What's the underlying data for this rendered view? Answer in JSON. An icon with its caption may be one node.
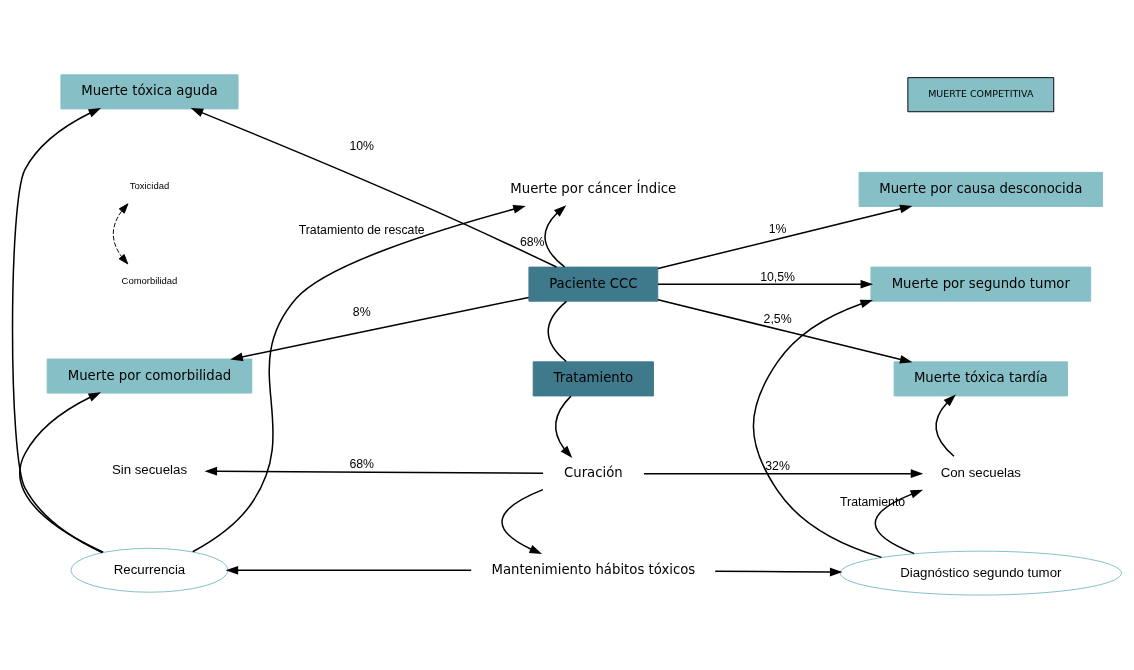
{
  "diagram": {
    "nodes": [
      {
        "text": [
          "MUERTE COMPETITIVA"
        ]
      },
      {
        "text": [
          "Muerte por cáncer Índice"
        ]
      },
      {
        "text": [
          "Muerte tóxica aguda"
        ]
      },
      {
        "text": [
          "Muerte por comorbilidad"
        ]
      },
      {
        "text": [
          "Paciente CCC"
        ]
      },
      {
        "text": [
          "Tratamiento"
        ]
      },
      {
        "text": [
          "Muerte por causa desconocida"
        ]
      },
      {
        "text": [
          "Muerte por segundo tumor"
        ]
      },
      {
        "text": [
          "Muerte tóxica tardía"
        ]
      },
      {
        "text": [
          "Sin secuelas"
        ]
      },
      {
        "text": [
          "Curación"
        ]
      },
      {
        "text": [
          "Con secuelas"
        ]
      },
      {
        "text": [
          "Recurrencia"
        ]
      },
      {
        "text": [
          "Mantenimiento hábitos tóxicos"
        ]
      },
      {
        "text": [
          "Diagnóstico segundo tumor"
        ]
      },
      {
        "text": [
          "Toxicidad"
        ]
      },
      {
        "text": [
          "Comorbilidad"
        ]
      }
    ],
    "edges": [
      {
        "from": 4,
        "to": 1,
        "arrow": "to",
        "label": "68%"
      },
      {
        "from": 4,
        "to": 2,
        "arrow": "to",
        "label": "10%"
      },
      {
        "from": 4,
        "to": 3,
        "arrow": "to",
        "label": "8%"
      },
      {
        "from": 15,
        "to": 16,
        "arrow": "both",
        "style": "dashed"
      },
      {
        "from": 4,
        "to": 6,
        "arrow": "to",
        "label": "1%"
      },
      {
        "from": 4,
        "to": 7,
        "arrow": "to",
        "label": "10,5%"
      },
      {
        "from": 4,
        "to": 8,
        "arrow": "to",
        "label": "2,5%"
      },
      {
        "from": 4,
        "to": 5,
        "arrow": "none"
      },
      {
        "from": 5,
        "to": 10,
        "arrow": "to"
      },
      {
        "from": 10,
        "to": 9,
        "arrow": "to",
        "label": "68%"
      },
      {
        "from": 10,
        "to": 11,
        "arrow": "to",
        "label": "32%"
      },
      {
        "from": 10,
        "to": 13,
        "arrow": "to"
      },
      {
        "from": 13,
        "to": 12,
        "arrow": "to"
      },
      {
        "from": 13,
        "to": 14,
        "arrow": "to"
      },
      {
        "from": 14,
        "to": 11,
        "arrow": "to",
        "label": "Tratamiento"
      },
      {
        "from": 11,
        "to": 8,
        "arrow": "to"
      },
      {
        "from": 14,
        "to": 7,
        "arrow": "to"
      },
      {
        "from": 12,
        "to": 1,
        "arrow": "to",
        "label": "Tratamiento de rescate"
      },
      {
        "from": 12,
        "to": 2,
        "arrow": "to"
      },
      {
        "from": 12,
        "to": 3,
        "arrow": "to"
      }
    ]
  }
}
